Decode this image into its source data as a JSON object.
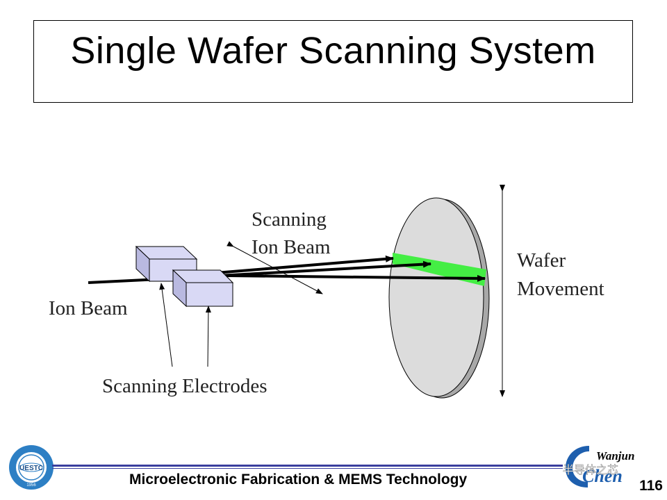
{
  "slide": {
    "title": "Single Wafer Scanning System",
    "page_number": "116"
  },
  "diagram": {
    "labels": {
      "scanning_ion_beam_line1": "Scanning",
      "scanning_ion_beam_line2": "Ion Beam",
      "ion_beam": "Ion Beam",
      "scanning_electrodes": "Scanning Electrodes",
      "wafer_movement_line1": "Wafer",
      "wafer_movement_line2": "Movement"
    },
    "colors": {
      "electrode_fill": "#d9d9f5",
      "wafer_fill": "#dcdcdc",
      "wafer_edge": "#a8a8a8",
      "beam_spot": "#44ee44",
      "line": "#000000"
    }
  },
  "footer": {
    "course_title": "Microelectronic Fabrication & MEMS Technology",
    "left_logo_text": "UESTC",
    "left_logo_year": "1956",
    "right_logo_text": "Wanjun",
    "right_logo_big": "Chen",
    "right_logo_overlay": "半导体之芯",
    "accent_color": "#3a3f9e"
  }
}
